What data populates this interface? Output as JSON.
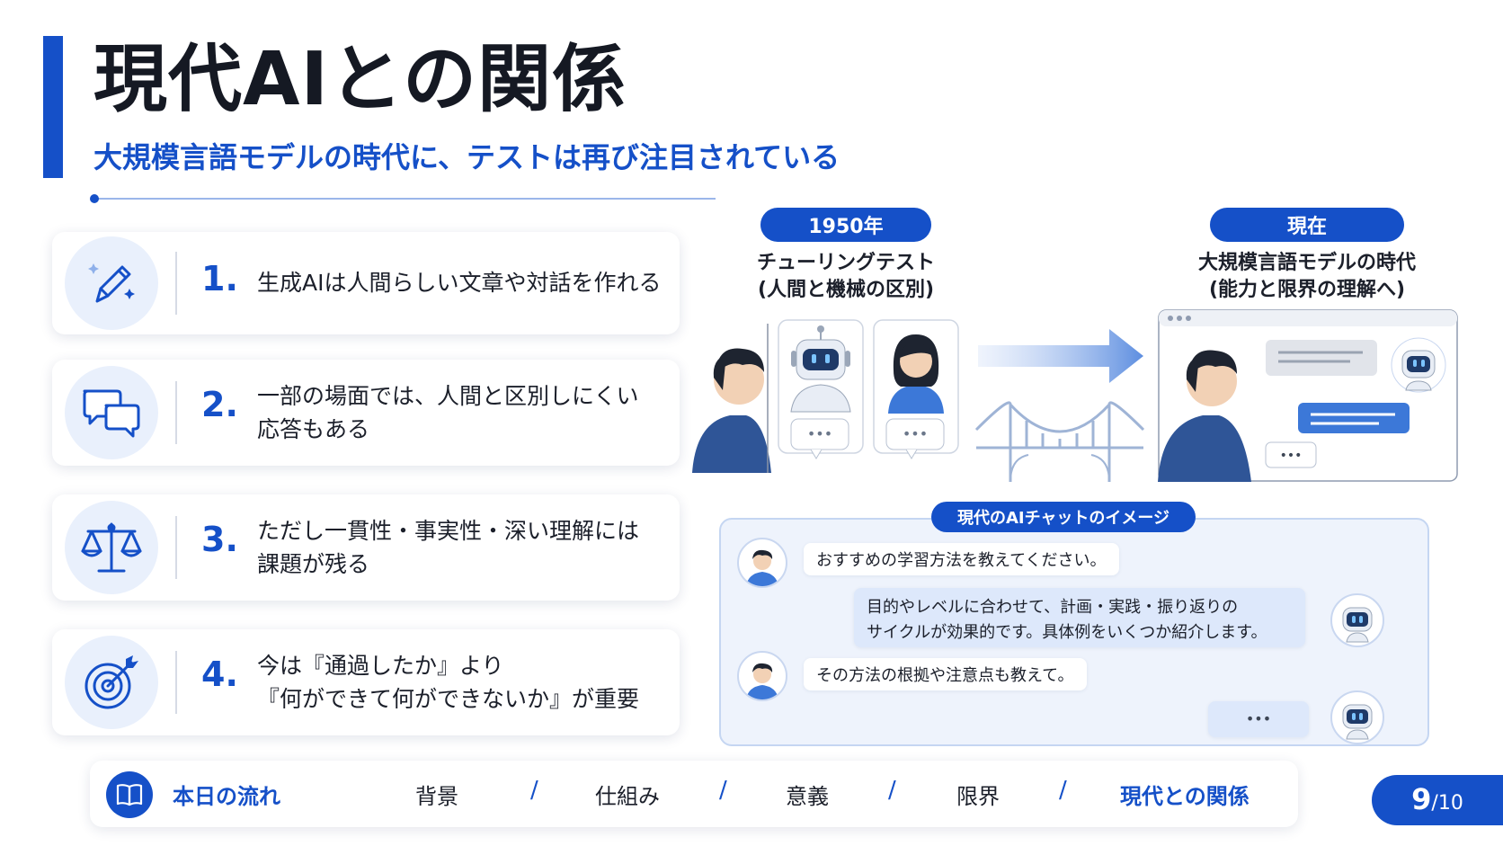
{
  "header": {
    "title": "現代AIとの関係",
    "subtitle": "大規模言語モデルの時代に、テストは再び注目されている"
  },
  "points": [
    {
      "num": "1.",
      "line1": "生成AIは人間らしい文章や対話を作れる",
      "line2": "",
      "icon": "pencil-sparkle-icon"
    },
    {
      "num": "2.",
      "line1": "一部の場面では、人間と区別しにくい",
      "line2": "応答もある",
      "icon": "speech-bubbles-icon"
    },
    {
      "num": "3.",
      "line1": "ただし一貫性・事実性・深い理解には",
      "line2": "課題が残る",
      "icon": "scales-icon"
    },
    {
      "num": "4.",
      "line1": "今は『通過したか』より",
      "line2": "『何ができて何ができないか』が重要",
      "icon": "target-arrow-icon"
    }
  ],
  "timeline": {
    "past": {
      "badge": "1950年",
      "caption1": "チューリングテスト",
      "caption2": "(人間と機械の区別)"
    },
    "present": {
      "badge": "現在",
      "caption1": "大規模言語モデルの時代",
      "caption2": "(能力と限界の理解へ)"
    }
  },
  "chat": {
    "label": "現代のAIチャットのイメージ",
    "messages": [
      {
        "role": "user",
        "text": "おすすめの学習方法を教えてください。"
      },
      {
        "role": "ai",
        "line1": "目的やレベルに合わせて、計画・実践・振り返りの",
        "line2": "サイクルが効果的です。具体例をいくつか紹介します。"
      },
      {
        "role": "user",
        "text": "その方法の根拠や注意点も教えて。"
      },
      {
        "role": "ai",
        "text": "•••"
      }
    ]
  },
  "footer": {
    "flow_label": "本日の流れ",
    "items": [
      "背景",
      "仕組み",
      "意義",
      "限界",
      "現代との関係"
    ],
    "separator": "/",
    "current_index": 4
  },
  "page": {
    "current": "9",
    "total": "/10"
  },
  "colors": {
    "accent": "#1550c8",
    "light_accent": "#e9f0fc",
    "panel": "#eef3fc"
  }
}
